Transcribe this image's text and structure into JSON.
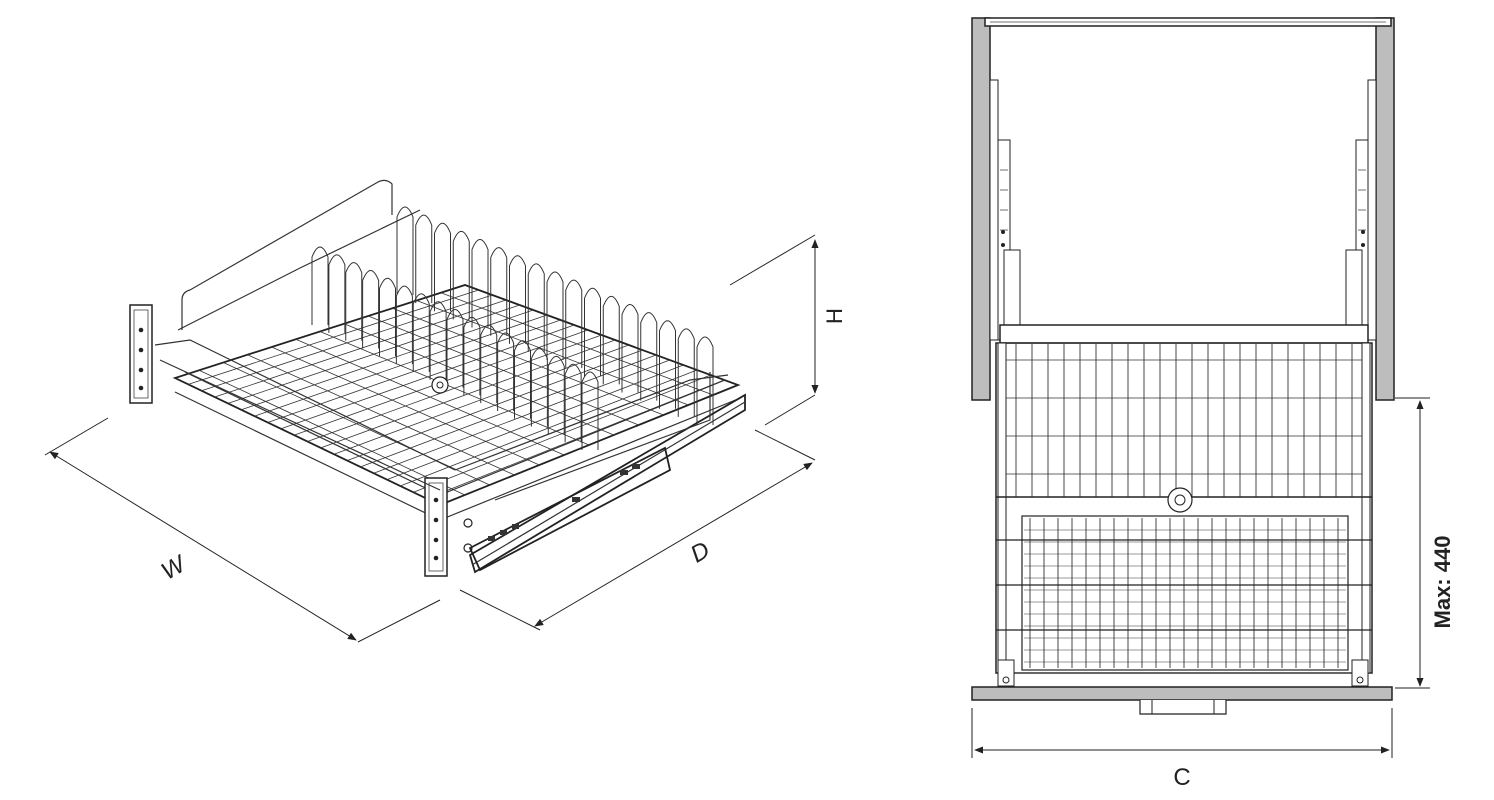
{
  "dimensions": {
    "width_label": "W",
    "depth_label": "D",
    "height_label": "H",
    "cabinet_label": "C",
    "max_label": "Max: 440"
  },
  "colors": {
    "line": "#222222",
    "panel": "#bdbdbd",
    "panel_dark": "#a8a8a8",
    "background": "#ffffff"
  }
}
